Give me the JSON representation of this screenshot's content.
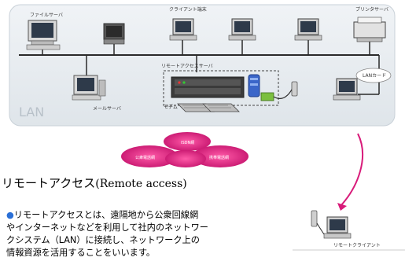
{
  "labels": {
    "file_server": "ファイルサーバ",
    "clients": "クライアント端末",
    "print_server": "プリンタサーバ",
    "remote_access_server": "リモートアクセスサーバ",
    "mail_server": "メールサーバ",
    "lan_card": "LANカード",
    "lan": "LAN",
    "modem": "モデム",
    "remote_client": "リモートクライアント",
    "net_a": "ISDN網",
    "net_b": "公衆電話網",
    "net_c": "携帯電話網"
  },
  "caption": {
    "title_ja": "リモートアクセス",
    "title_en": "(Remote access)",
    "bullet": "●",
    "lines": [
      "リモートアクセスとは、遠隔地から公衆回線網",
      "やインターネットなどを利用して社内のネットワー",
      "クシステム（LAN）に接続し、ネットワーク上の",
      "情報資源を活用することをいいます。"
    ]
  },
  "colors": {
    "lan_bg": "#e4e9ee",
    "cable": "#2a2a2a",
    "cloud": "#d81b7a",
    "arrow": "#d81b7a",
    "server_blue": "#3b66c9",
    "bullet": "#2a6fd6"
  }
}
